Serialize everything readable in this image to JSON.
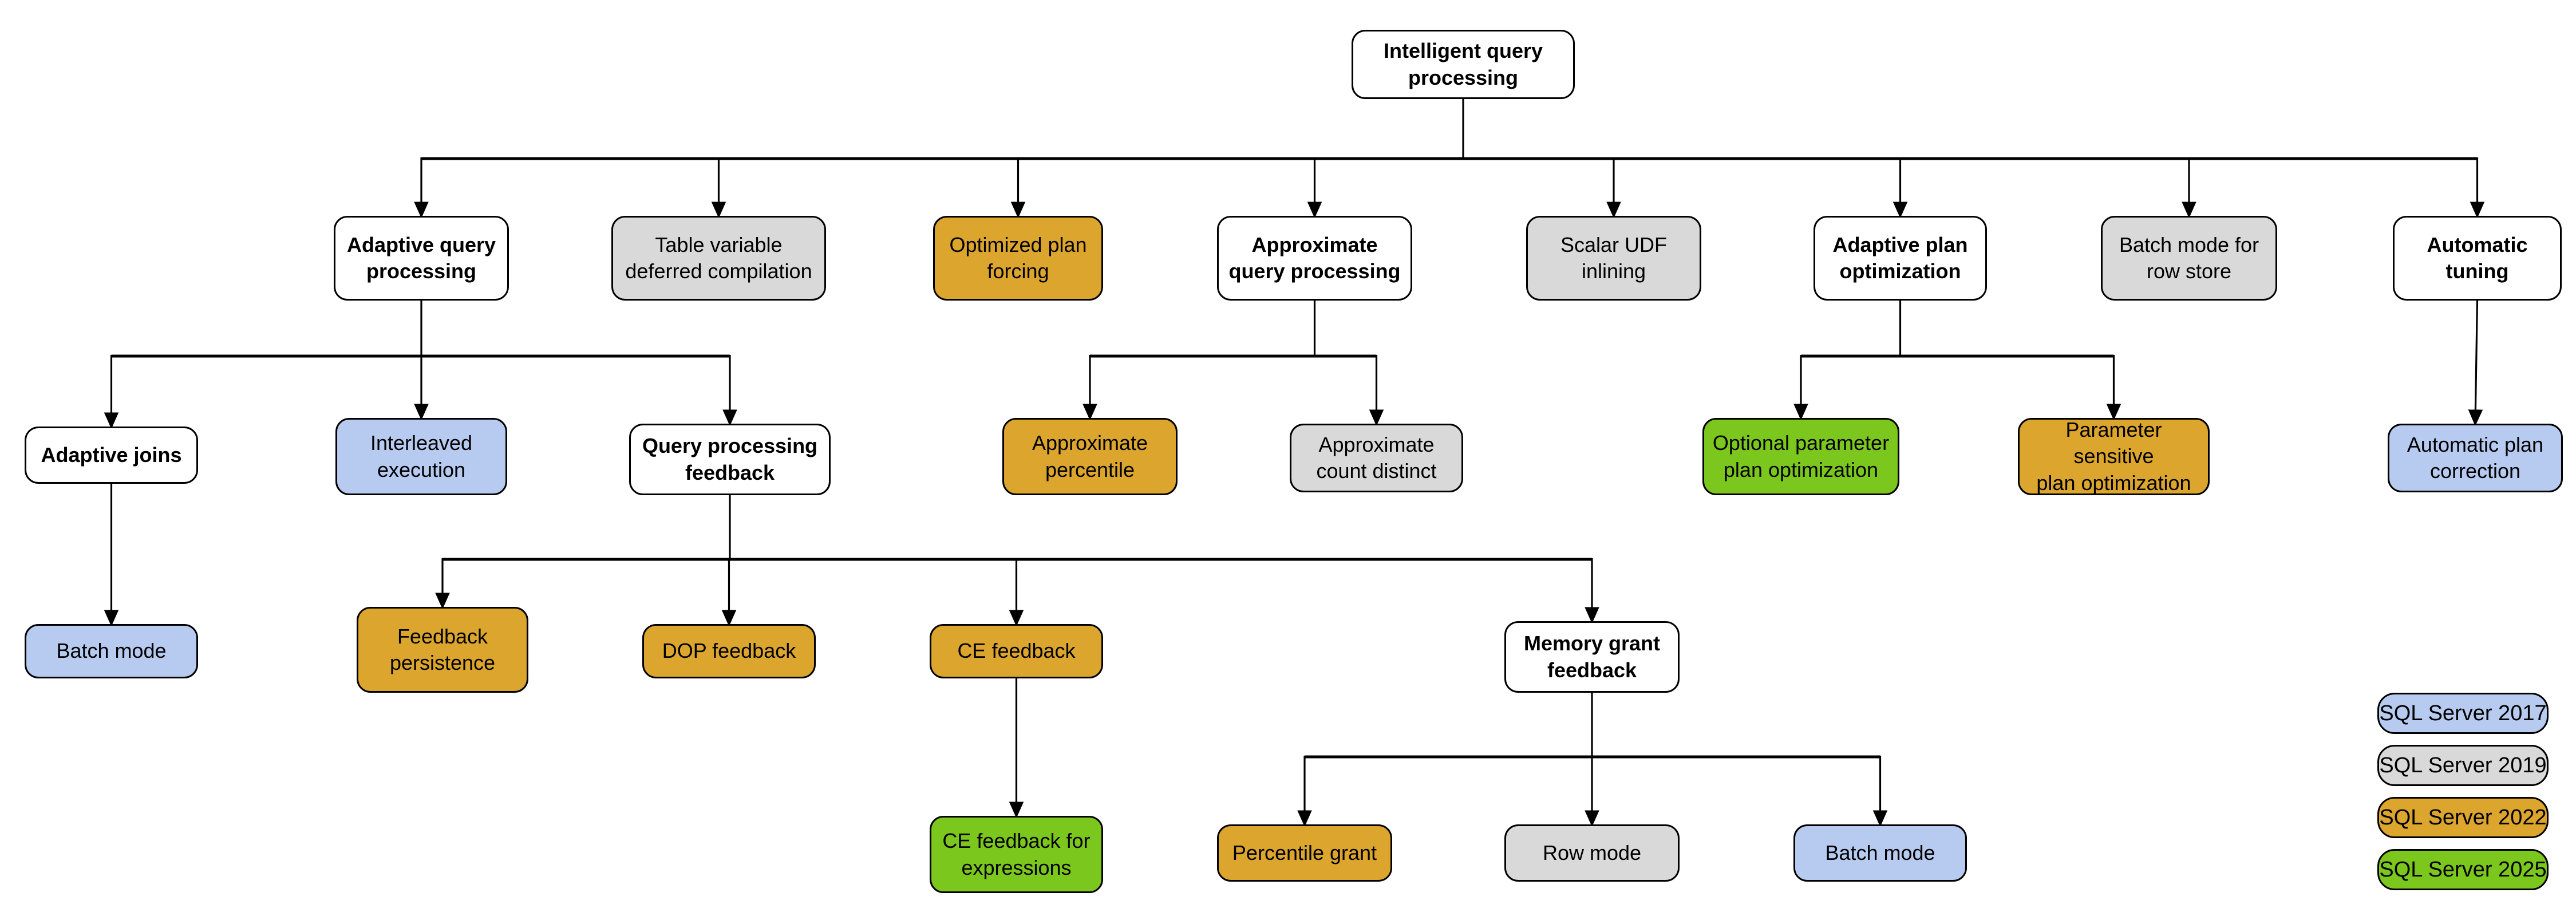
{
  "diagram_title": "Intelligent query processing",
  "colors": {
    "base": "#FFFFFF",
    "2017": "#B7CAF0",
    "2019": "#D9D9D9",
    "2022": "#DCA52D",
    "2025": "#7CC71E",
    "border": "#000000",
    "line": "#000000"
  },
  "nodes": [
    {
      "id": "intelligent-query-processing",
      "label": "Intelligent query\nprocessing",
      "version": "base"
    },
    {
      "id": "adaptive-query-processing",
      "label": "Adaptive query\nprocessing",
      "version": "base"
    },
    {
      "id": "table-variable-deferred-compilation",
      "label": "Table variable\ndeferred compilation",
      "version": "2019"
    },
    {
      "id": "optimized-plan-forcing",
      "label": "Optimized plan\nforcing",
      "version": "2022"
    },
    {
      "id": "approximate-query-processing",
      "label": "Approximate\nquery processing",
      "version": "base"
    },
    {
      "id": "scalar-udf-inlining",
      "label": "Scalar UDF\ninlining",
      "version": "2019"
    },
    {
      "id": "adaptive-plan-optimization",
      "label": "Adaptive plan\noptimization",
      "version": "base"
    },
    {
      "id": "batch-mode-for-row-store",
      "label": "Batch mode for\nrow store",
      "version": "2019"
    },
    {
      "id": "automatic-tuning",
      "label": "Automatic\ntuning",
      "version": "base"
    },
    {
      "id": "adaptive-joins",
      "label": "Adaptive joins",
      "version": "base"
    },
    {
      "id": "interleaved-execution",
      "label": "Interleaved\nexecution",
      "version": "2017"
    },
    {
      "id": "query-processing-feedback",
      "label": "Query processing\nfeedback",
      "version": "base"
    },
    {
      "id": "approximate-percentile",
      "label": "Approximate\npercentile",
      "version": "2022"
    },
    {
      "id": "approximate-count-distinct",
      "label": "Approximate\ncount distinct",
      "version": "2019"
    },
    {
      "id": "optional-parameter-plan-optimization",
      "label": "Optional parameter\nplan optimization",
      "version": "2025"
    },
    {
      "id": "parameter-sensitive-plan-optimization",
      "label": "Parameter sensitive\nplan optimization",
      "version": "2022"
    },
    {
      "id": "automatic-plan-correction",
      "label": "Automatic plan\ncorrection",
      "version": "2017"
    },
    {
      "id": "batch-mode-adaptive-joins",
      "label": "Batch mode",
      "version": "2017"
    },
    {
      "id": "feedback-persistence",
      "label": "Feedback\npersistence",
      "version": "2022"
    },
    {
      "id": "dop-feedback",
      "label": "DOP feedback",
      "version": "2022"
    },
    {
      "id": "ce-feedback",
      "label": "CE feedback",
      "version": "2022"
    },
    {
      "id": "memory-grant-feedback",
      "label": "Memory grant\nfeedback",
      "version": "base"
    },
    {
      "id": "ce-feedback-for-expressions",
      "label": "CE feedback for\nexpressions",
      "version": "2025"
    },
    {
      "id": "percentile-grant",
      "label": "Percentile grant",
      "version": "2022"
    },
    {
      "id": "row-mode",
      "label": "Row mode",
      "version": "2019"
    },
    {
      "id": "batch-mode-memory-grant",
      "label": "Batch mode",
      "version": "2017"
    }
  ],
  "edges": [
    {
      "from": "intelligent-query-processing",
      "to": [
        "adaptive-query-processing",
        "table-variable-deferred-compilation",
        "optimized-plan-forcing",
        "approximate-query-processing",
        "scalar-udf-inlining",
        "adaptive-plan-optimization",
        "batch-mode-for-row-store",
        "automatic-tuning"
      ]
    },
    {
      "from": "adaptive-query-processing",
      "to": [
        "adaptive-joins",
        "interleaved-execution",
        "query-processing-feedback"
      ]
    },
    {
      "from": "approximate-query-processing",
      "to": [
        "approximate-percentile",
        "approximate-count-distinct"
      ]
    },
    {
      "from": "adaptive-plan-optimization",
      "to": [
        "optional-parameter-plan-optimization",
        "parameter-sensitive-plan-optimization"
      ]
    },
    {
      "from": "automatic-tuning",
      "to": [
        "automatic-plan-correction"
      ]
    },
    {
      "from": "adaptive-joins",
      "to": [
        "batch-mode-adaptive-joins"
      ]
    },
    {
      "from": "query-processing-feedback",
      "to": [
        "feedback-persistence",
        "dop-feedback",
        "ce-feedback",
        "memory-grant-feedback"
      ]
    },
    {
      "from": "ce-feedback",
      "to": [
        "ce-feedback-for-expressions"
      ]
    },
    {
      "from": "memory-grant-feedback",
      "to": [
        "percentile-grant",
        "row-mode",
        "batch-mode-memory-grant"
      ]
    }
  ],
  "legend": {
    "items": [
      {
        "label": "SQL Server 2017",
        "version": "2017"
      },
      {
        "label": "SQL Server 2019",
        "version": "2019"
      },
      {
        "label": "SQL Server 2022",
        "version": "2022"
      },
      {
        "label": "SQL Server 2025",
        "version": "2025"
      }
    ]
  }
}
